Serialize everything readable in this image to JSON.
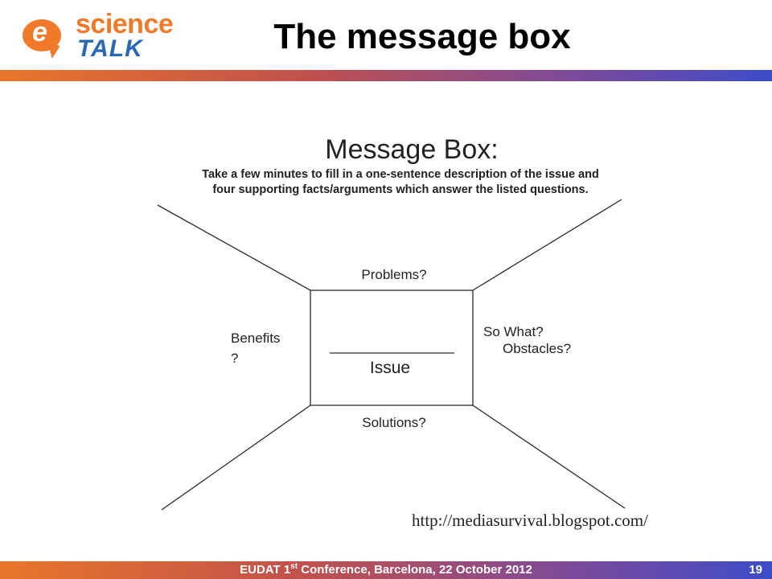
{
  "header": {
    "logo_letter": "e",
    "logo_word_top": "science",
    "logo_word_bottom": "TALK",
    "title": "The message box"
  },
  "diagram": {
    "heading": "Message Box:",
    "description_line1": "Take a few minutes to fill in a one-sentence description of the issue and",
    "description_line2": "four supporting facts/arguments which answer the listed questions.",
    "top_label": "Problems?",
    "left_label_line1": "Benefits",
    "left_label_line2": "?",
    "right_label_line1": "So What?",
    "right_label_line2": "Obstacles?",
    "bottom_label": "Solutions?",
    "center_label": "Issue",
    "source_url": "http://mediasurvival.blogspot.com/"
  },
  "footer": {
    "text_before_sup": "EUDAT 1",
    "text_sup": "st",
    "text_after_sup": " Conference, Barcelona, 22 October 2012",
    "page_number": "19"
  },
  "colors": {
    "accent_orange": "#f07a2a",
    "accent_blue": "#2a69b2",
    "bar_gradient_start": "#e8762a",
    "bar_gradient_end": "#3c4cc8"
  }
}
